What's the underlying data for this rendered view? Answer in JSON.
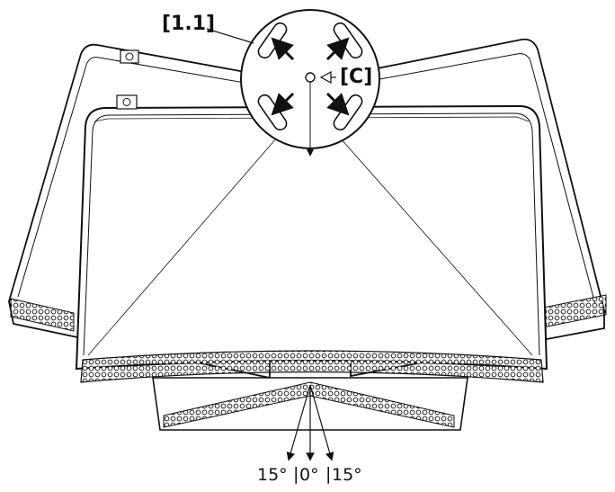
{
  "labels": {
    "callout_ref": "[1.1]",
    "center_ref": "[C]",
    "angle_left": "15°",
    "angle_center": "0°",
    "angle_right": "15°"
  },
  "colors": {
    "stroke": "#111111",
    "fill_light": "#ffffff"
  },
  "icons": [
    "rotate-arrow-icon",
    "tilt-arrow-icon",
    "bracket-hole-icon"
  ]
}
